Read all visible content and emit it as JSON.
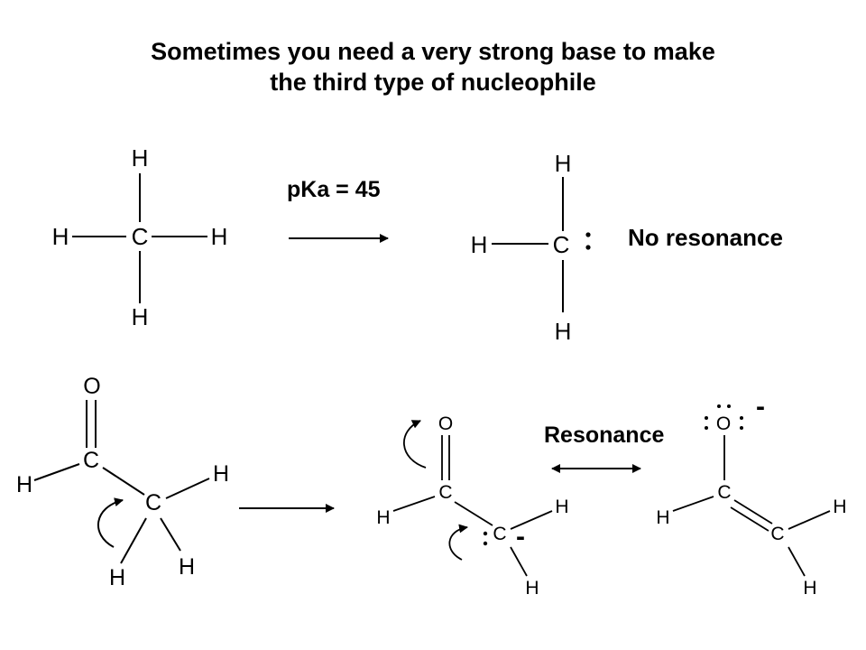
{
  "title": {
    "line1": "Sometimes you need a very strong base to make",
    "line2": "the third type of nucleophile"
  },
  "labels": {
    "pka": "pKa = 45",
    "no_resonance": "No resonance",
    "resonance": "Resonance",
    "negative_charge": "-"
  },
  "atoms": {
    "hydrogen": "H",
    "carbon": "C",
    "oxygen": "O"
  },
  "colors": {
    "ink": "#000000",
    "background": "#ffffff"
  }
}
